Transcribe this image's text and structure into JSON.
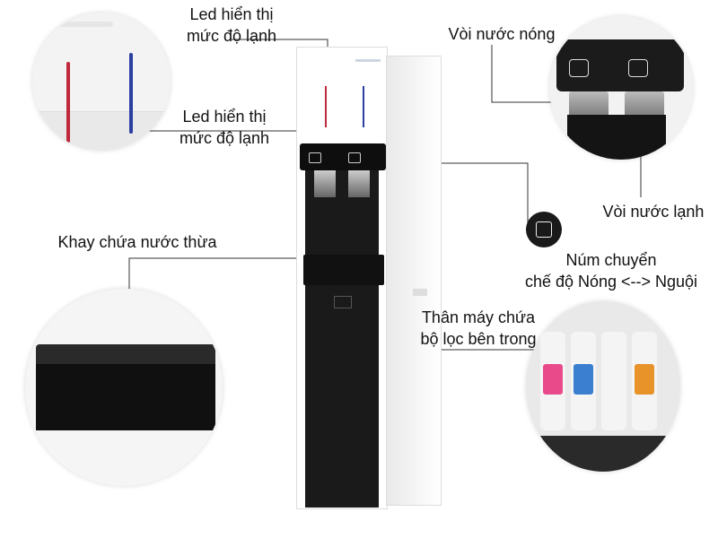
{
  "labels": {
    "led_top_line1": "Led hiển thị",
    "led_top_line2": "mức độ lạnh",
    "led_mid_line1": "Led hiển thị",
    "led_mid_line2": "mức độ lạnh",
    "hot_tap": "Vòi nước nóng",
    "cold_tap": "Vòi nước lạnh",
    "drip_tray": "Khay chứa nước thừa",
    "knob_line1": "Núm chuyển",
    "knob_line2": "chế độ Nóng <--> Nguội",
    "body_line1": "Thân máy chứa",
    "body_line2": "bộ lọc bên trong"
  },
  "colors": {
    "hot_led": "#c0283c",
    "cold_led": "#2b3f9e",
    "machine_black": "#1a1a1a",
    "filter_pink": "#e94a8a",
    "filter_blue": "#3a7fd0",
    "filter_orange": "#e8922a"
  },
  "icons": [
    "power-knob-icon"
  ]
}
